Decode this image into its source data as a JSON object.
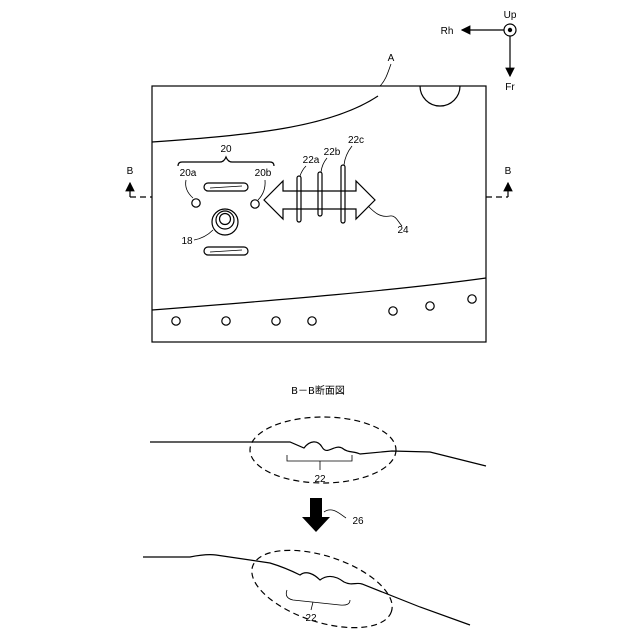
{
  "axes": {
    "up": "Up",
    "rh": "Rh",
    "fr": "Fr"
  },
  "plan_view": {
    "panel_ref": "A",
    "section_mark_left": "B",
    "section_mark_right": "B",
    "ref_20": "20",
    "ref_20a": "20a",
    "ref_20b": "20b",
    "ref_18": "18",
    "ref_22a": "22a",
    "ref_22b": "22b",
    "ref_22c": "22c",
    "ref_24": "24"
  },
  "section_view": {
    "caption": "B－B断面図",
    "ref_22_top": "22",
    "ref_26": "26",
    "ref_22_bottom": "22"
  }
}
